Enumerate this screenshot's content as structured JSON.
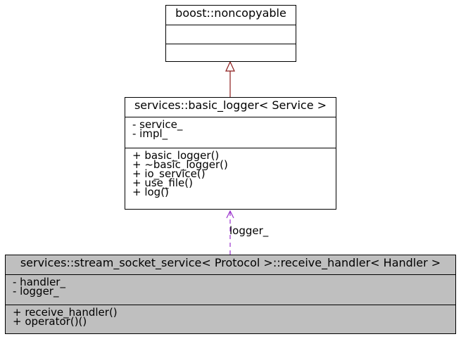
{
  "classes": {
    "noncopyable": {
      "name": "boost::noncopyable",
      "attributes": [],
      "operations": []
    },
    "basic_logger": {
      "name": "services::basic_logger< Service >",
      "attributes": [
        "- service_",
        "- impl_"
      ],
      "operations": [
        "+ basic_logger()",
        "+ ~basic_logger()",
        "+ io_service()",
        "+ use_file()",
        "+ log()"
      ]
    },
    "receive_handler": {
      "name": "services::stream_socket_service< Protocol >::receive_handler< Handler >",
      "attributes": [
        "- handler_",
        "- logger_"
      ],
      "operations": [
        "+ receive_handler()",
        "+ operator()()"
      ]
    }
  },
  "edges": {
    "inheritance_color": "#8b1a1a",
    "usage_color": "#9a32cd",
    "usage_label": "logger_"
  }
}
